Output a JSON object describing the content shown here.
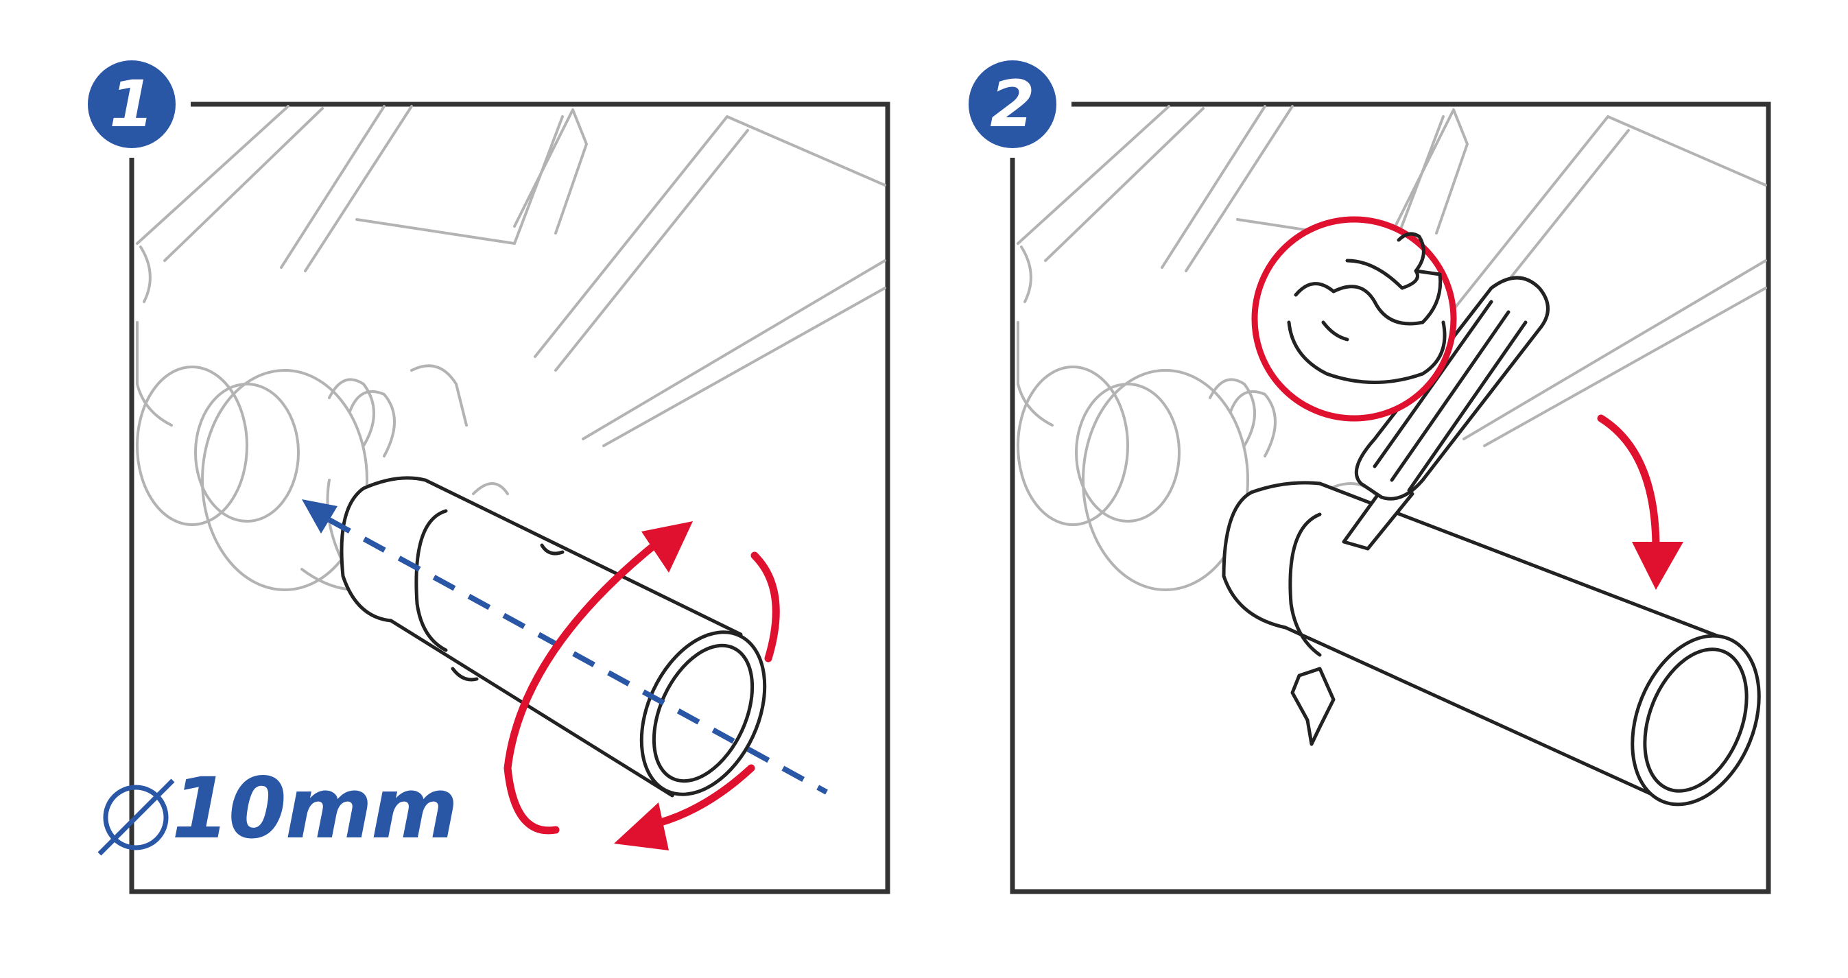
{
  "steps": [
    {
      "number": "1",
      "dimension_label": "10mm"
    },
    {
      "number": "2"
    }
  ],
  "colors": {
    "badge": "#2a56a6",
    "arrow_red": "#e0102f",
    "axis_blue": "#2a56a6",
    "outline": "#222222",
    "ghost": "#b3b3b3"
  },
  "icons": [
    "diameter-icon",
    "flexed-arm-icon",
    "screwdriver-icon",
    "rotate-arrows",
    "downward-arrow"
  ]
}
